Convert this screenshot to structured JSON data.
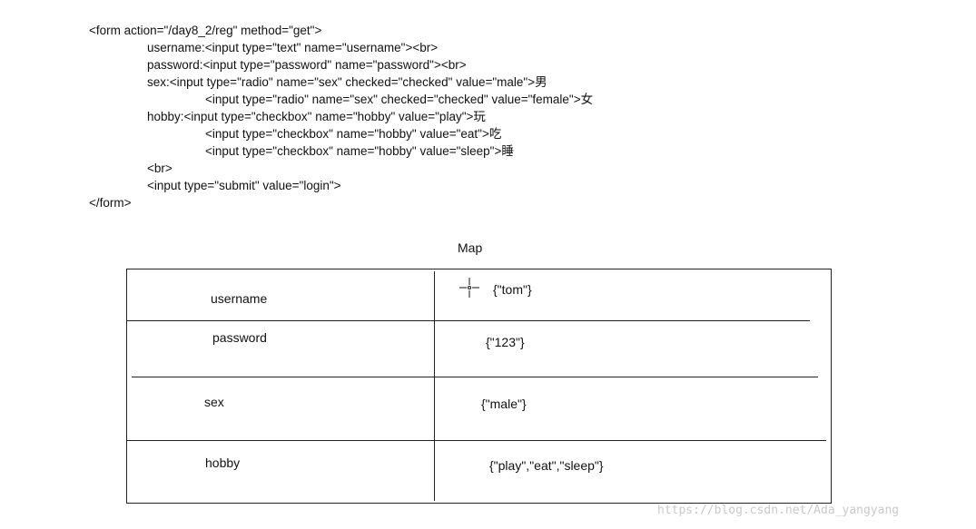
{
  "code": {
    "lines": [
      "<form action=\"/day8_2/reg\" method=\"get\">",
      "username:<input type=\"text\" name=\"username\"><br>",
      "password:<input type=\"password\" name=\"password\"><br>",
      "sex:<input type=\"radio\" name=\"sex\" checked=\"checked\" value=\"male\">男",
      "<input type=\"radio\" name=\"sex\" checked=\"checked\" value=\"female\">女",
      "hobby:<input type=\"checkbox\" name=\"hobby\" value=\"play\">玩",
      "<input type=\"checkbox\" name=\"hobby\" value=\"eat\">吃",
      "<input type=\"checkbox\" name=\"hobby\" value=\"sleep\">睡",
      "<br>",
      "<input type=\"submit\" value=\"login\">",
      "</form>"
    ]
  },
  "map": {
    "title": "Map",
    "rows": [
      {
        "key": "username",
        "value": "{\"tom\"}"
      },
      {
        "key": "password",
        "value": "{\"123\"}"
      },
      {
        "key": "sex",
        "value": "{\"male\"}"
      },
      {
        "key": "hobby",
        "value": "{\"play\",\"eat\",\"sleep\"}"
      }
    ]
  },
  "watermark": "https://blog.csdn.net/Ada_yangyang"
}
